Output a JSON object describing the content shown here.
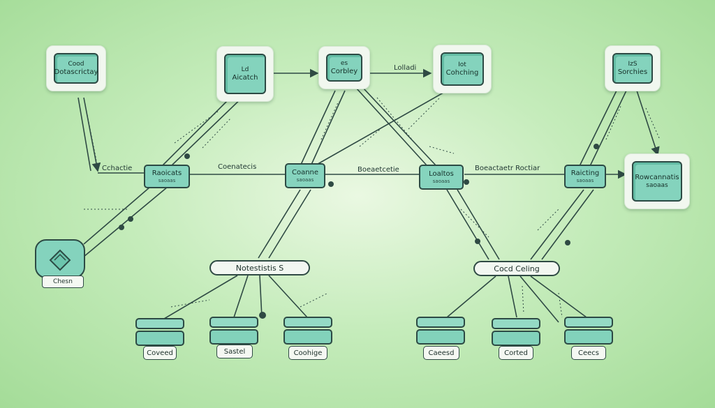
{
  "top_cards": [
    {
      "line1": "Cood",
      "line2": "Dotascrictay"
    },
    {
      "line1": "Ld",
      "line2": "Aicatch"
    },
    {
      "line1": "es",
      "line2": "Corbley"
    },
    {
      "line1": "Iot",
      "line2": "Cohching"
    },
    {
      "line1": "IzS",
      "line2": "Sorchies"
    }
  ],
  "right_card": {
    "line1": "Rowcannatis",
    "line2": "saoaas"
  },
  "middle_nodes": [
    {
      "line1": "Raoicats",
      "line2": "saoaas"
    },
    {
      "line1": "Coanne",
      "line2": "saoaas"
    },
    {
      "line1": "Loaltos",
      "line2": "saoaas"
    },
    {
      "line1": "Raicting",
      "line2": "saoaas"
    }
  ],
  "edge_labels": {
    "lolladi": "Lolladi",
    "cchactie": "Cchactie",
    "coenatecis": "Coenatecis",
    "boeaetcetie": "Boeaetcetie",
    "boeactaetr": "Boeactaetr Roctiar"
  },
  "pills": {
    "left": "Notestistis S",
    "right": "Cocd Celing"
  },
  "cloud_label": "Chesn",
  "bottom_left_labels": [
    "Coveed",
    "Sastel",
    "Coohige"
  ],
  "bottom_right_labels": [
    "Caeesd",
    "Corted",
    "Ceecs"
  ]
}
